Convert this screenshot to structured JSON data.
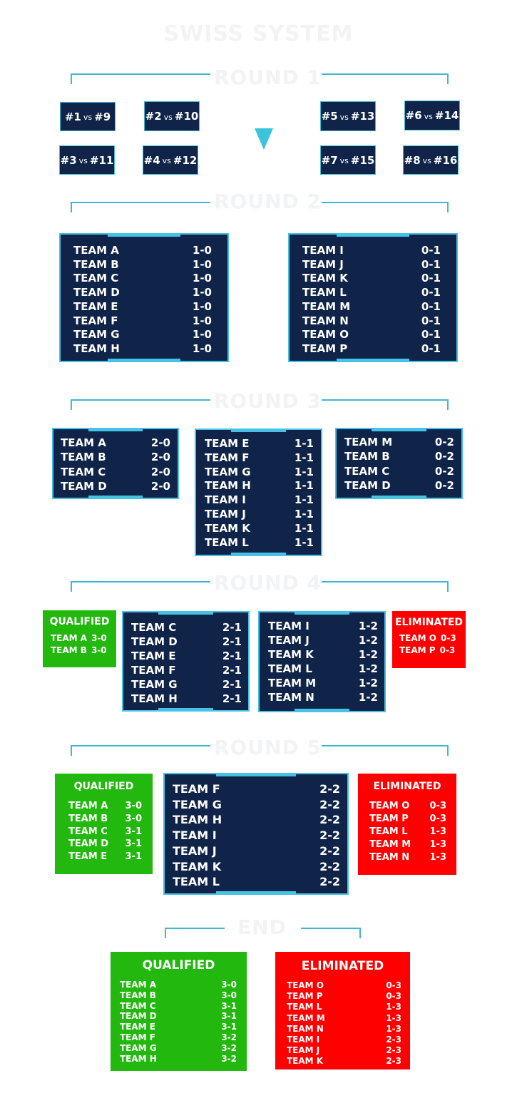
{
  "title": "SWISS SYSTEM",
  "rounds": {
    "r1": {
      "label": "ROUND 1",
      "matches": [
        "#1|#9",
        "#2|#10",
        "#3|#11",
        "#4|#12",
        "#5|#13",
        "#6|#14",
        "#7|#15",
        "#8|#16"
      ],
      "vs": "vs"
    },
    "r2": {
      "label": "ROUND 2",
      "groups": [
        {
          "teams": [
            "TEAM A",
            "TEAM B",
            "TEAM C",
            "TEAM D",
            "TEAM E",
            "TEAM F",
            "TEAM G",
            "TEAM H"
          ],
          "record": "1-0"
        },
        {
          "teams": [
            "TEAM  I",
            "TEAM J",
            "TEAM K",
            "TEAM L",
            "TEAM M",
            "TEAM N",
            "TEAM O",
            "TEAM P"
          ],
          "record": "0-1"
        }
      ]
    },
    "r3": {
      "label": "ROUND 3",
      "groups": [
        {
          "teams": [
            "TEAM A",
            "TEAM B",
            "TEAM C",
            "TEAM D"
          ],
          "record": "2-0"
        },
        {
          "teams": [
            "TEAM E",
            "TEAM F",
            "TEAM G",
            "TEAM H",
            "TEAM I",
            "TEAM J",
            "TEAM K",
            "TEAM L"
          ],
          "record": "1-1"
        },
        {
          "teams": [
            "TEAM M",
            "TEAM B",
            "TEAM C",
            "TEAM D"
          ],
          "record": "0-2"
        }
      ]
    },
    "r4": {
      "label": "ROUND 4",
      "qualified": {
        "label": "QUALIFIED",
        "teams": [
          [
            "TEAM A",
            "3-0"
          ],
          [
            "TEAM B",
            "3-0"
          ]
        ]
      },
      "groups": [
        {
          "teams": [
            "TEAM C",
            "TEAM D",
            "TEAM E",
            "TEAM F",
            "TEAM G",
            "TEAM H"
          ],
          "record": "2-1"
        },
        {
          "teams": [
            "TEAM I",
            "TEAM J",
            "TEAM K",
            "TEAM L",
            "TEAM M",
            "TEAM N"
          ],
          "record": "1-2"
        }
      ],
      "eliminated": {
        "label": "ELIMINATED",
        "teams": [
          [
            "TEAM O",
            "0-3"
          ],
          [
            "TEAM P",
            "0-3"
          ]
        ]
      }
    },
    "r5": {
      "label": "ROUND 5",
      "qualified": {
        "label": "QUALIFIED",
        "teams": [
          [
            "TEAM A",
            "3-0"
          ],
          [
            "TEAM B",
            "3-0"
          ],
          [
            "TEAM C",
            "3-1"
          ],
          [
            "TEAM D",
            "3-1"
          ],
          [
            "TEAM E",
            "3-1"
          ]
        ]
      },
      "groups": [
        {
          "teams": [
            "TEAM F",
            "TEAM G",
            "TEAM H",
            "TEAM I",
            "TEAM J",
            "TEAM K",
            "TEAM L"
          ],
          "record": "2-2"
        }
      ],
      "eliminated": {
        "label": "ELIMINATED",
        "teams": [
          [
            "TEAM O",
            "0-3"
          ],
          [
            "TEAM P",
            "0-3"
          ],
          [
            "TEAM L",
            "1-3"
          ],
          [
            "TEAM M",
            "1-3"
          ],
          [
            "TEAM N",
            "1-3"
          ]
        ]
      }
    },
    "end": {
      "label": "END",
      "qualified": {
        "label": "QUALIFIED",
        "teams": [
          [
            "TEAM A",
            "3-0"
          ],
          [
            "TEAM B",
            "3-0"
          ],
          [
            "TEAM C",
            "3-1"
          ],
          [
            "TEAM D",
            "3-1"
          ],
          [
            "TEAM E",
            "3-1"
          ],
          [
            "TEAM F",
            "3-2"
          ],
          [
            "TEAM G",
            "3-2"
          ],
          [
            "TEAM H",
            "3-2"
          ]
        ]
      },
      "eliminated": {
        "label": "ELIMINATED",
        "teams": [
          [
            "TEAM O",
            "0-3"
          ],
          [
            "TEAM P",
            "0-3"
          ],
          [
            "TEAM L",
            "1-3"
          ],
          [
            "TEAM M",
            "1-3"
          ],
          [
            "TEAM N",
            "1-3"
          ],
          [
            "TEAM I",
            "2-3"
          ],
          [
            "TEAM J",
            "2-3"
          ],
          [
            "TEAM K",
            "2-3"
          ]
        ]
      }
    }
  },
  "colors": {
    "navy": "#0f2448",
    "cyan": "#45c2e6",
    "green": "#22b80e",
    "red": "#ff0000"
  }
}
